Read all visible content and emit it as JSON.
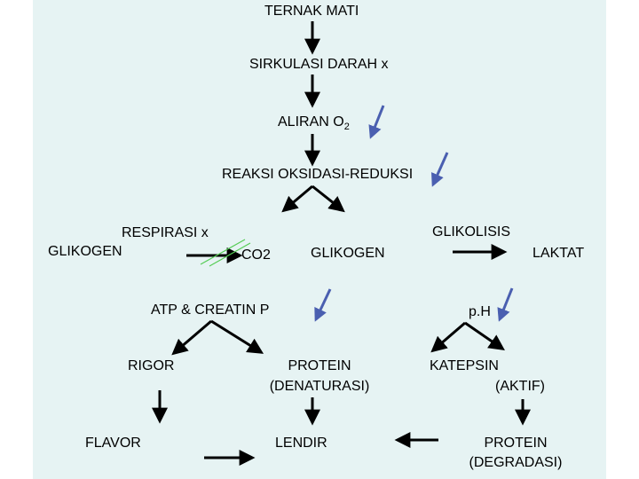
{
  "nodes": {
    "ternak_mati": "TERNAK MATI",
    "sirkulasi_darah": "SIRKULASI DARAH  x",
    "aliran_o2_prefix": "ALIRAN O",
    "aliran_o2_sub": "2",
    "reaksi": "REAKSI OKSIDASI-REDUKSI",
    "respirasi": "RESPIRASI x",
    "glikogen_left": "GLIKOGEN",
    "co2": "CO2",
    "glikogen_mid": "GLIKOGEN",
    "glikolisis": "GLIKOLISIS",
    "laktat": "LAKTAT",
    "atp": "ATP & CREATIN P",
    "ph": "p.H",
    "rigor": "RIGOR",
    "protein_denat_1": "PROTEIN",
    "protein_denat_2": "(DENATURASI)",
    "katepsin_1": "KATEPSIN",
    "katepsin_2": "(AKTIF)",
    "flavor": "FLAVOR",
    "lendir": "LENDIR",
    "protein_degr_1": "PROTEIN",
    "protein_degr_2": "(DEGRADASI)"
  },
  "colors": {
    "panel": "#e6f3f3",
    "arrow": "#000000",
    "decrease_arrow": "#4a5fb0",
    "strike": "#55cc55"
  }
}
